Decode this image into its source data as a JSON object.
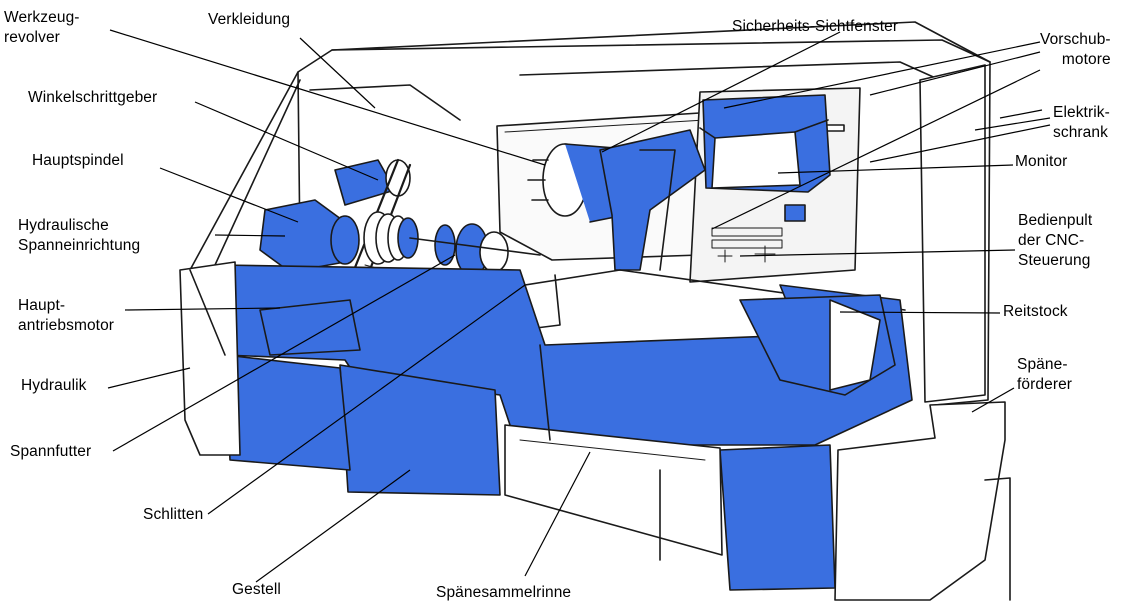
{
  "colors": {
    "machine_blue": "#3a6fe0",
    "outline": "#1a1a1a",
    "background": "#ffffff",
    "panel_light": "#f4f4f4"
  },
  "labels": {
    "werkzeugrevolver": "Werkzeug-\nrevolver",
    "verkleidung": "Verkleidung",
    "sicherheits_sichtfenster": "Sicherheits-Sichtfenster",
    "vorschubmotore": "Vorschub-\nmotore",
    "elektrikschrank": "Elektrik-\nschrank",
    "winkelschrittgeber": "Winkelschrittgeber",
    "hauptspindel": "Hauptspindel",
    "monitor": "Monitor",
    "hydraulische_spanneinrichtung": "Hydraulische\nSpanneinrichtung",
    "bedienpult": "Bedienpult\nder CNC-\nSteuerung",
    "hauptantriebsmotor": "Haupt-\nantriebsmotor",
    "reitstock": "Reitstock",
    "hydraulik": "Hydraulik",
    "spaenefoerderer": "Späne-\nförderer",
    "spannfutter": "Spannfutter",
    "schlitten": "Schlitten",
    "gestell": "Gestell",
    "spaenesammelrinne": "Spänesammelrinne"
  }
}
